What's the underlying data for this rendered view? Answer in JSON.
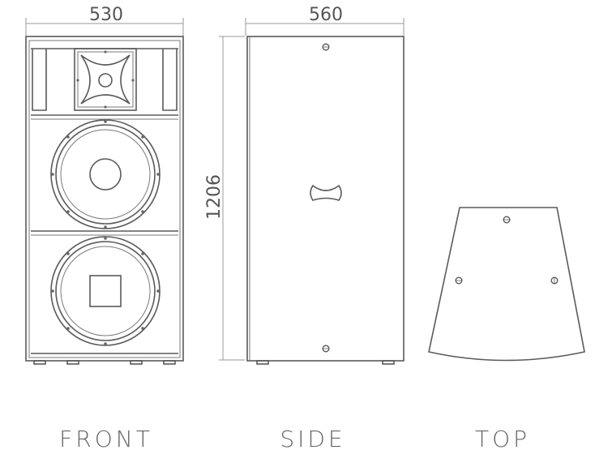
{
  "dimensions": {
    "front_width": "530",
    "side_depth": "560",
    "height": "1206"
  },
  "views": {
    "front": "FRONT",
    "side": "SIDE",
    "top": "TOP"
  }
}
